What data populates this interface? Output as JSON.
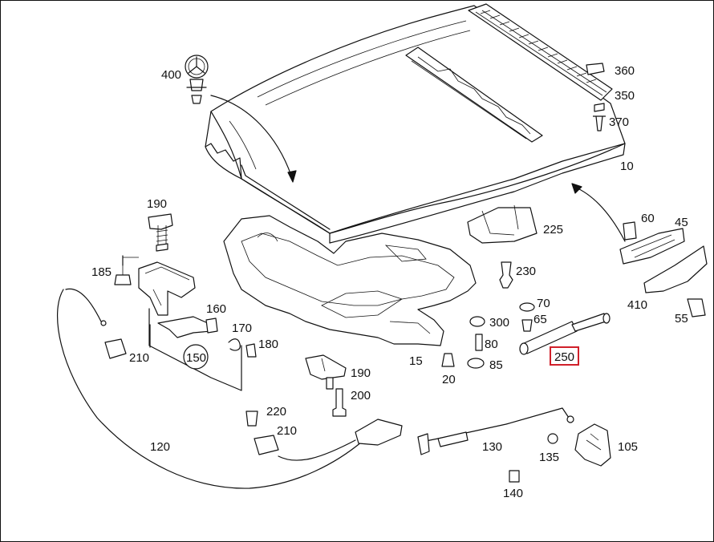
{
  "diagram": {
    "parts": [
      {
        "id": "p400",
        "label": "400"
      },
      {
        "id": "p360",
        "label": "360"
      },
      {
        "id": "p350",
        "label": "350"
      },
      {
        "id": "p370",
        "label": "370"
      },
      {
        "id": "p10",
        "label": "10"
      },
      {
        "id": "p190a",
        "label": "190"
      },
      {
        "id": "p225",
        "label": "225"
      },
      {
        "id": "p60",
        "label": "60"
      },
      {
        "id": "p45",
        "label": "45"
      },
      {
        "id": "p185",
        "label": "185"
      },
      {
        "id": "p230",
        "label": "230"
      },
      {
        "id": "p160",
        "label": "160"
      },
      {
        "id": "p70",
        "label": "70"
      },
      {
        "id": "p410",
        "label": "410"
      },
      {
        "id": "p65",
        "label": "65"
      },
      {
        "id": "p300",
        "label": "300"
      },
      {
        "id": "p55",
        "label": "55"
      },
      {
        "id": "p170",
        "label": "170"
      },
      {
        "id": "p180",
        "label": "180"
      },
      {
        "id": "p80",
        "label": "80"
      },
      {
        "id": "p210a",
        "label": "210"
      },
      {
        "id": "p150",
        "label": "150"
      },
      {
        "id": "p250",
        "label": "250",
        "highlighted": true
      },
      {
        "id": "p15",
        "label": "15"
      },
      {
        "id": "p85",
        "label": "85"
      },
      {
        "id": "p190b",
        "label": "190"
      },
      {
        "id": "p20",
        "label": "20"
      },
      {
        "id": "p200",
        "label": "200"
      },
      {
        "id": "p220",
        "label": "220"
      },
      {
        "id": "p210b",
        "label": "210"
      },
      {
        "id": "p120",
        "label": "120"
      },
      {
        "id": "p130",
        "label": "130"
      },
      {
        "id": "p105",
        "label": "105"
      },
      {
        "id": "p135",
        "label": "135"
      },
      {
        "id": "p140",
        "label": "140"
      }
    ],
    "highlight_color": "#d0202a"
  }
}
